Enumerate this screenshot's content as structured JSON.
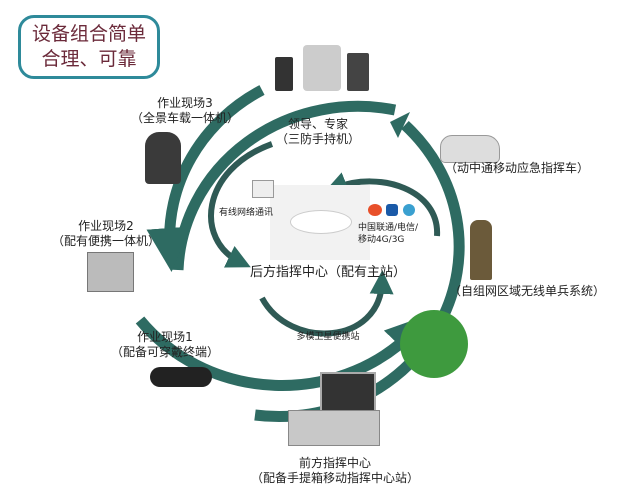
{
  "badge": {
    "line1": "设备组合简单",
    "line2": "合理、可靠"
  },
  "nodes": {
    "site3": {
      "title": "作业现场3",
      "sub": "（全景车载一体机）"
    },
    "leaders": {
      "title": "领导、专家",
      "sub": "（三防手持机）"
    },
    "vehicle": {
      "sub": "（动中通移动应急指挥车）"
    },
    "site2": {
      "title": "作业现场2",
      "sub": "（配有便携一体机）"
    },
    "soldier": {
      "sub": "（自组网区域无线单兵系统）"
    },
    "wired": {
      "label": "有线网络通讯"
    },
    "carriers": {
      "line1": "中国联通/电信/",
      "line2": "移动4G/3G"
    },
    "rear": {
      "label": "后方指挥中心（配有主站）"
    },
    "satellite": {
      "label": "多模卫星便携站"
    },
    "site1": {
      "title": "作业现场1",
      "sub": "（配备可穿戴终端）"
    },
    "front": {
      "title": "前方指挥中心",
      "sub": "（配备手提箱移动指挥中心站）"
    }
  },
  "colors": {
    "arrow": "#2e6b62",
    "badge_border": "#2e8a9a",
    "badge_text": "#6b2a3a"
  }
}
